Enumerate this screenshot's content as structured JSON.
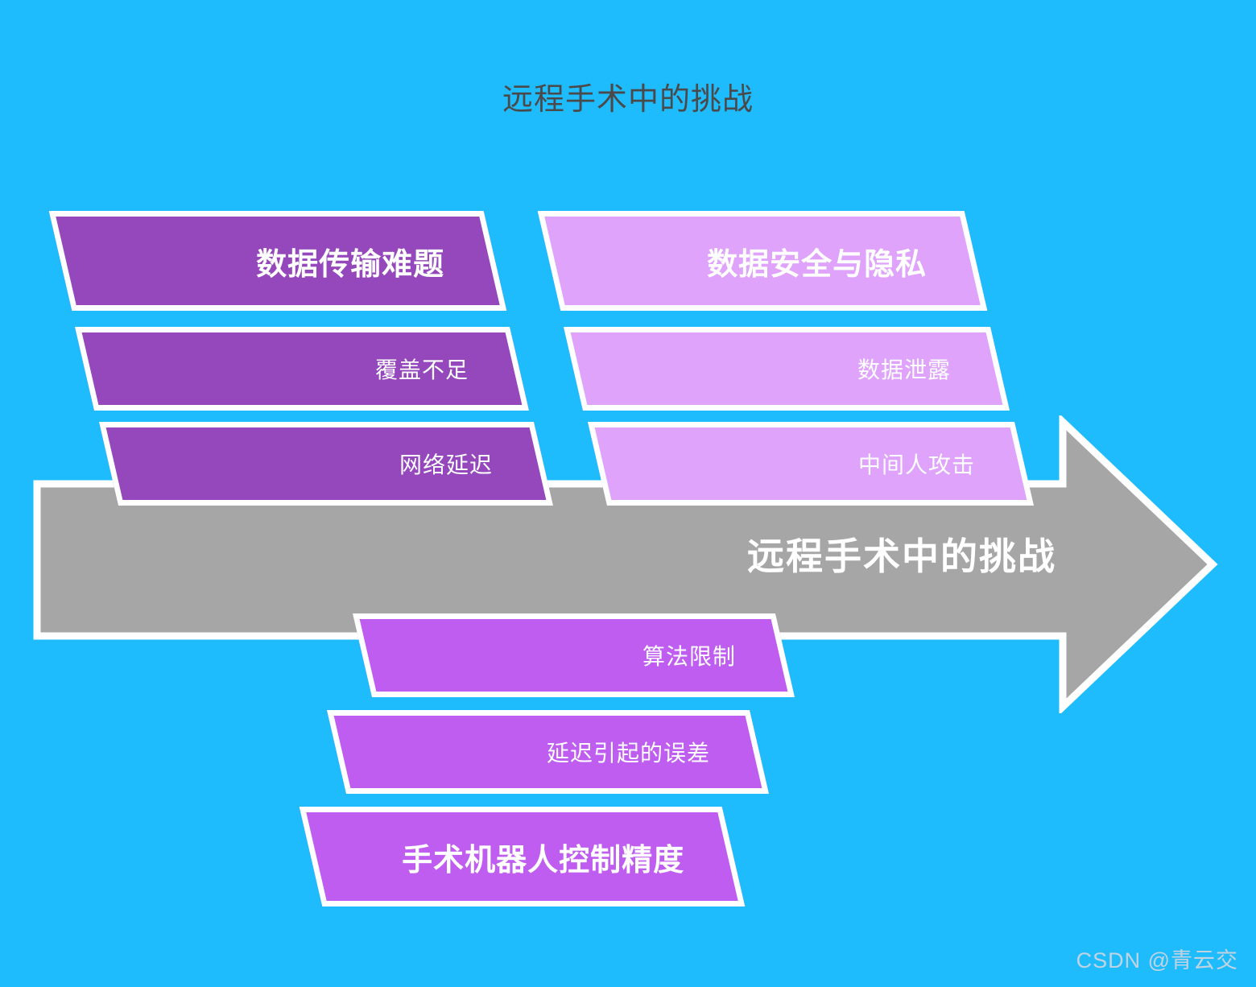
{
  "page": {
    "title": "远程手术中的挑战",
    "background_color": "#1fbcfd",
    "title_color": "#4a4a4a"
  },
  "arrow": {
    "label": "远程手术中的挑战",
    "fill_color": "#a6a6a6",
    "outline_color": "#ffffff",
    "label_color": "#ffffff",
    "direction": "right"
  },
  "groups": [
    {
      "id": "data-transmission",
      "color": "#9448bc",
      "bars": [
        {
          "label": "数据传输难题",
          "emphasis": "head"
        },
        {
          "label": "覆盖不足",
          "emphasis": "sub"
        },
        {
          "label": "网络延迟",
          "emphasis": "sub"
        }
      ]
    },
    {
      "id": "data-security",
      "color": "#dfa3fb",
      "bars": [
        {
          "label": "数据安全与隐私",
          "emphasis": "head"
        },
        {
          "label": "数据泄露",
          "emphasis": "sub"
        },
        {
          "label": "中间人攻击",
          "emphasis": "sub"
        }
      ]
    },
    {
      "id": "robot-precision",
      "color": "#bf5df0",
      "bars": [
        {
          "label": "算法限制",
          "emphasis": "sub"
        },
        {
          "label": "延迟引起的误差",
          "emphasis": "sub"
        },
        {
          "label": "手术机器人控制精度",
          "emphasis": "head"
        }
      ]
    }
  ],
  "watermark": {
    "text": "CSDN @青云交"
  }
}
